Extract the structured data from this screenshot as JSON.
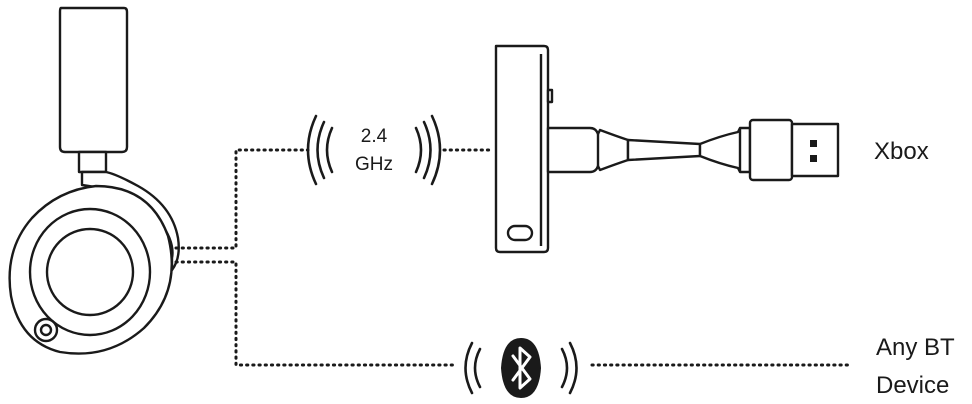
{
  "labels": {
    "frequency_line1": "2.4",
    "frequency_line2": "GHz",
    "xbox": "Xbox",
    "bt_device_line1": "Any BT",
    "bt_device_line2": "Device"
  },
  "icons": {
    "headset": "headset-icon",
    "wireless_waves": "wireless-waves-icon",
    "bluetooth": "bluetooth-icon",
    "transmitter": "usb-transmitter-icon",
    "usb_plug": "usb-plug-icon"
  },
  "colors": {
    "stroke": "#1a1a1a",
    "background": "#ffffff"
  }
}
